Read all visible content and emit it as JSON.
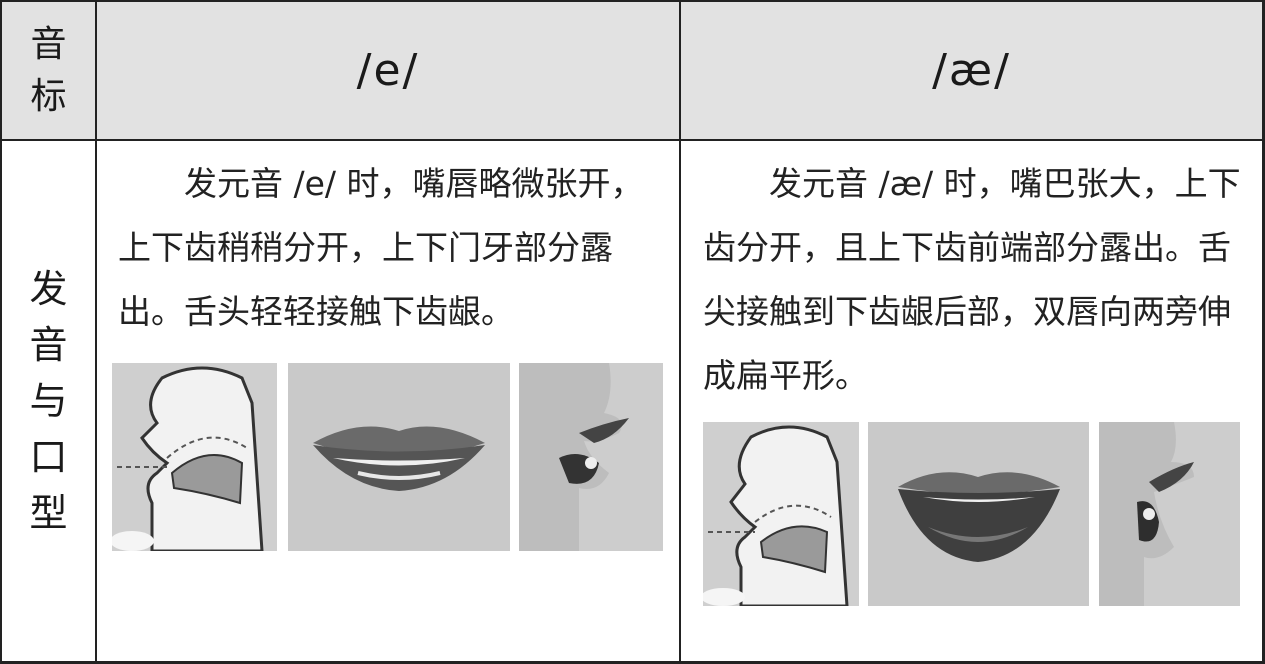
{
  "header": {
    "row_label": "音标",
    "phoneme_e": "/e/",
    "phoneme_ae": "/æ/"
  },
  "body": {
    "row_label": "发音与口型",
    "desc_e": "发元音 /e/ 时，嘴唇略微张开，上下齿稍稍分开，上下门牙部分露出。舌头轻轻接触下齿龈。",
    "desc_ae": "发元音 /æ/ 时，嘴巴张大，上下齿分开，且上下齿前端部分露出。舌尖接触到下齿龈后部，双唇向两旁伸成扁平形。"
  },
  "figures": {
    "e": [
      "sagittal-section-diagram",
      "mouth-front-photo",
      "mouth-side-photo"
    ],
    "ae": [
      "sagittal-section-diagram",
      "mouth-front-photo",
      "mouth-side-photo"
    ]
  },
  "colors": {
    "header_bg": "#e2e2e2",
    "border": "#222222"
  }
}
